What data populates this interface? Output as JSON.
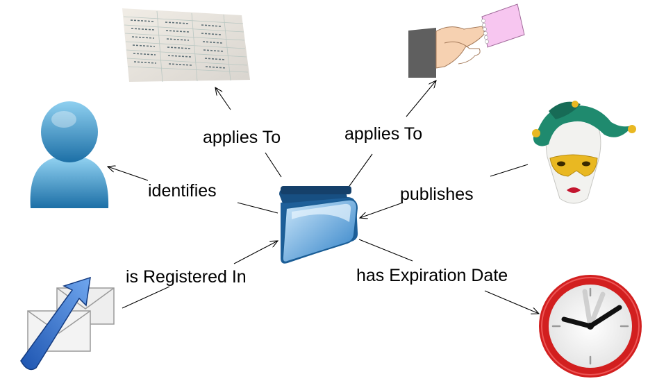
{
  "diagram": {
    "center": {
      "icon": "folder-icon"
    },
    "relations": [
      {
        "label": "applies To",
        "target_icon": "ledger-spreadsheet-icon"
      },
      {
        "label": "applies To",
        "target_icon": "handshake-icon"
      },
      {
        "label": "identifies",
        "target_icon": "user-icon"
      },
      {
        "label": "publishes",
        "target_icon": "jester-mask-icon"
      },
      {
        "label": "is Registered In",
        "target_icon": "mail-send-icon"
      },
      {
        "label": "has Expiration Date",
        "target_icon": "clock-icon"
      }
    ]
  },
  "colors": {
    "folder_blue": "#3a8ed3",
    "user_blue": "#2a8cc4",
    "clock_red": "#d21f1f",
    "mask_green": "#1f8a6e",
    "mask_gold": "#e9b822"
  }
}
